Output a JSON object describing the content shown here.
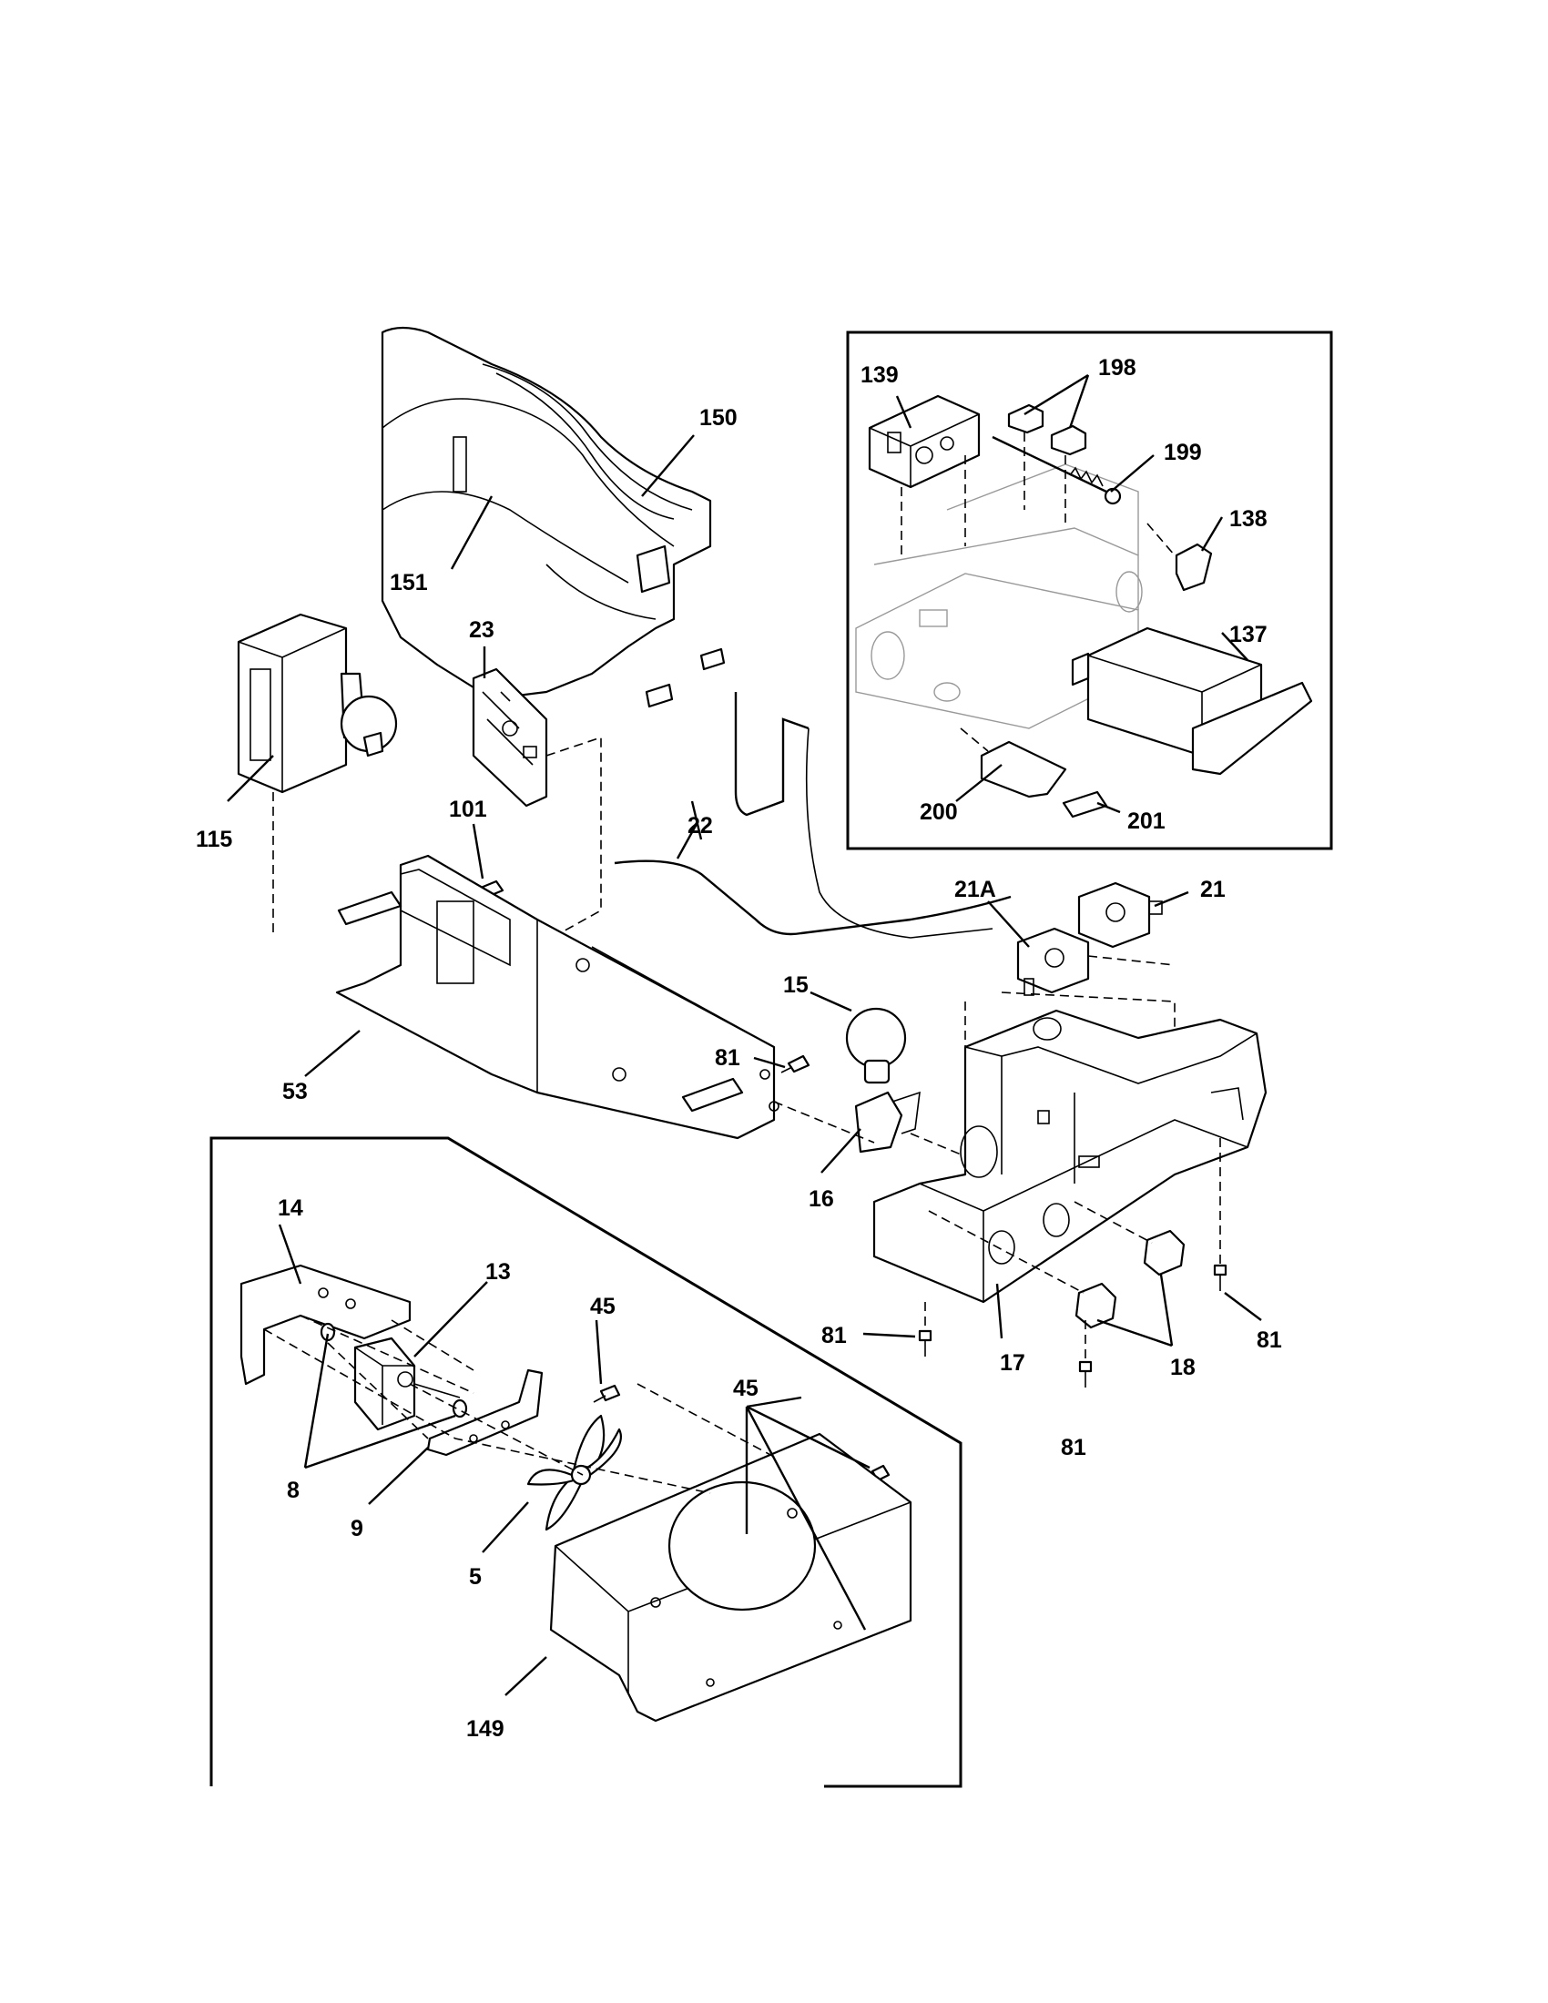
{
  "labels": {
    "l150": "150",
    "l151": "151",
    "l23": "23",
    "l115": "115",
    "l101": "101",
    "l22": "22",
    "l53": "53",
    "l81a": "81",
    "l15": "15",
    "l16": "16",
    "l139": "139",
    "l198": "198",
    "l199": "199",
    "l138": "138",
    "l137": "137",
    "l200": "200",
    "l201": "201",
    "l21A": "21A",
    "l21": "21",
    "l14": "14",
    "l13": "13",
    "l45a": "45",
    "l45b": "45",
    "l8": "8",
    "l9": "9",
    "l5": "5",
    "l149": "149",
    "l17": "17",
    "l18": "18",
    "l81b": "81",
    "l81c": "81",
    "l81d": "81"
  }
}
